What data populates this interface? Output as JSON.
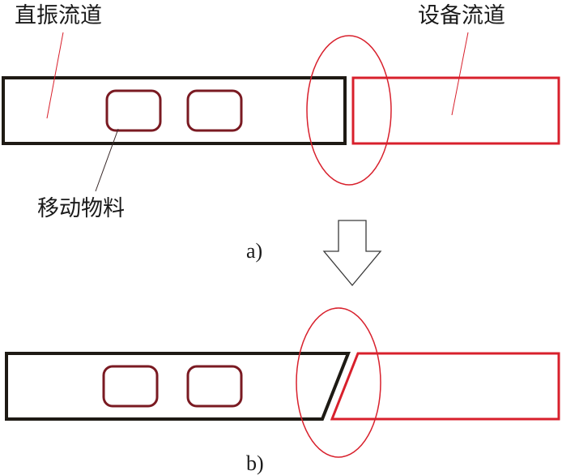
{
  "labels": {
    "vibratory_track": "直振流道",
    "equipment_track": "设备流道",
    "moving_material": "移动物料",
    "sub_a": "a)",
    "sub_b": "b)"
  },
  "colors": {
    "dark_track": "#1e1a14",
    "red_track": "#d8202c",
    "material": "#7a1a22",
    "circle": "#d8202c",
    "arrow": "#3a3a3a",
    "text": "#1a1a1a"
  }
}
